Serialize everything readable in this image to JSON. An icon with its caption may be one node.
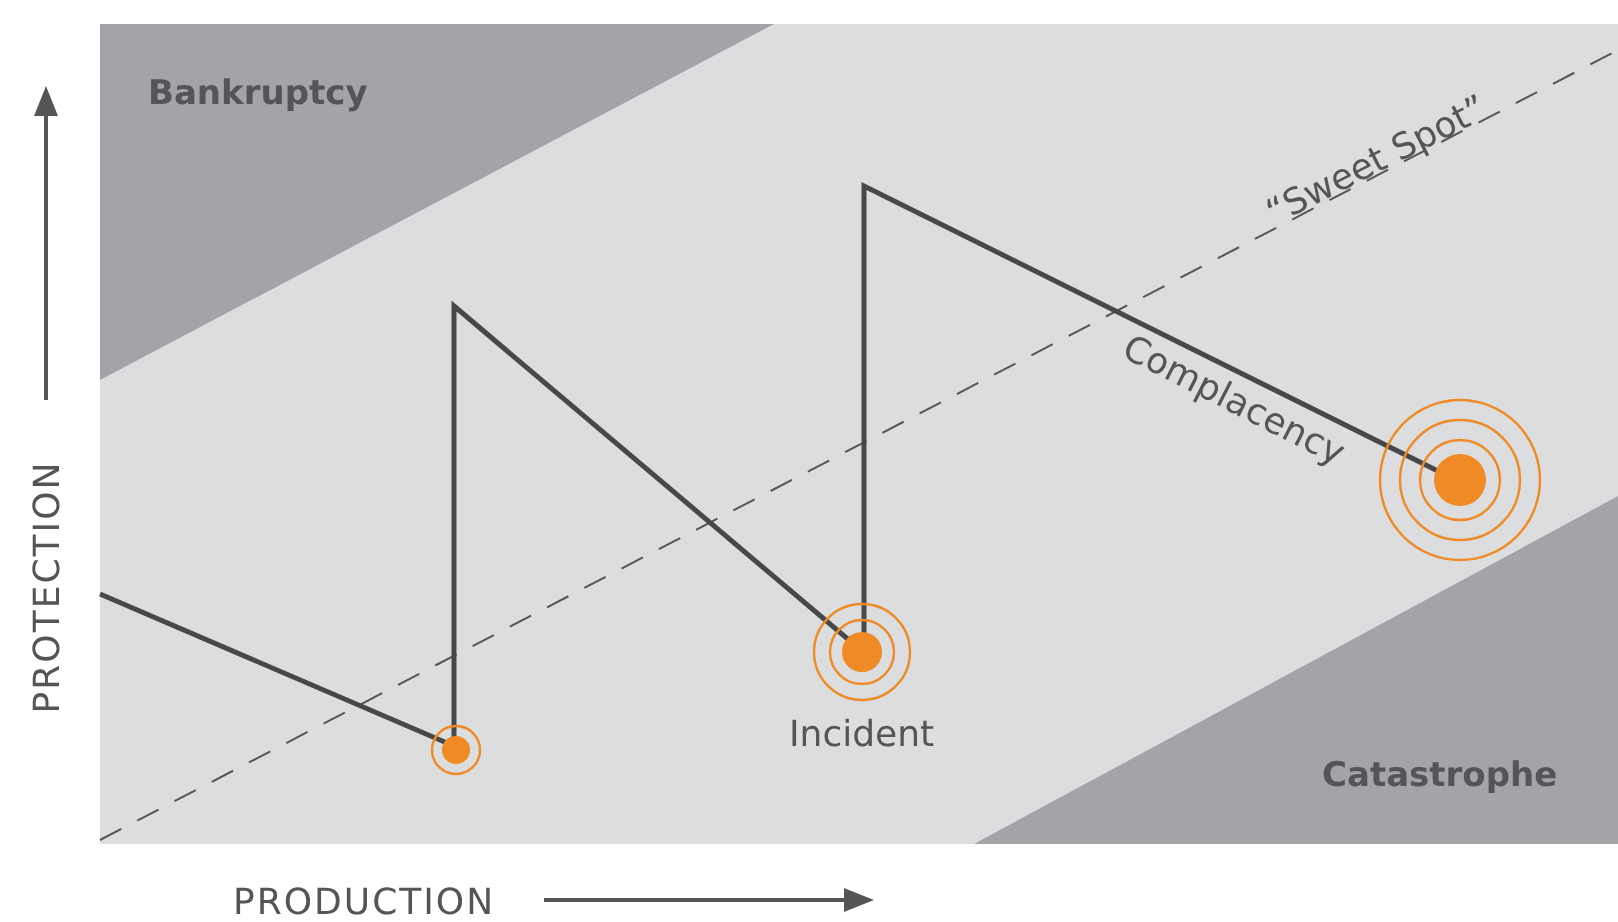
{
  "diagram": {
    "nodes": [
      {
        "text": [
          "Bankruptcy"
        ]
      },
      {
        "text": [
          "Catastrophe"
        ]
      }
    ],
    "edges": [],
    "labels": [
      "“Sweet Spot”",
      "Complacency",
      "Incident",
      "PROTECTION",
      "PRODUCTION"
    ]
  }
}
